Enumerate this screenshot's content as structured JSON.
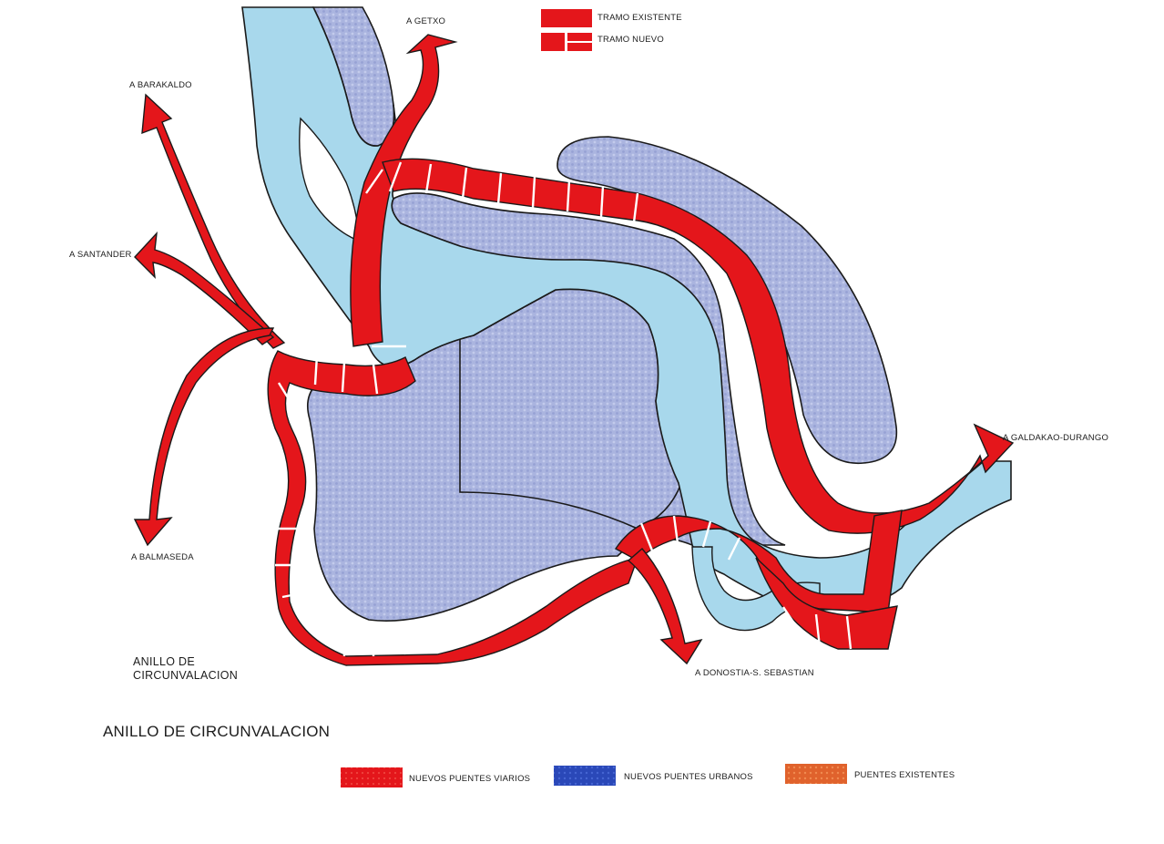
{
  "top_legend": {
    "existing_label": "TRAMO EXISTENTE",
    "new_label": "TRAMO NUEVO"
  },
  "destinations": {
    "getxo": "A GETXO",
    "barakaldo": "A BARAKALDO",
    "santander": "A SANTANDER",
    "balmaseda": "A BALMASEDA",
    "galdakao": "A GALDAKAO-DURANGO",
    "donostia": "A DONOSTIA-S. SEBASTIAN"
  },
  "map_caption": {
    "line1": "ANILLO DE",
    "line2": "CIRCUNVALACION"
  },
  "title": "ANILLO DE CIRCUNVALACION",
  "bottom_legend": {
    "road_bridges": "NUEVOS PUENTES VIARIOS",
    "urban_bridges": "NUEVOS PUENTES URBANOS",
    "existing_bridges": "PUENTES EXISTENTES"
  },
  "colors": {
    "road": "#e4161b",
    "river": "#a8d8ec",
    "land": "#a9b3de",
    "urban_bridge": "#2a48b8",
    "existing_bridge": "#e0622c"
  }
}
